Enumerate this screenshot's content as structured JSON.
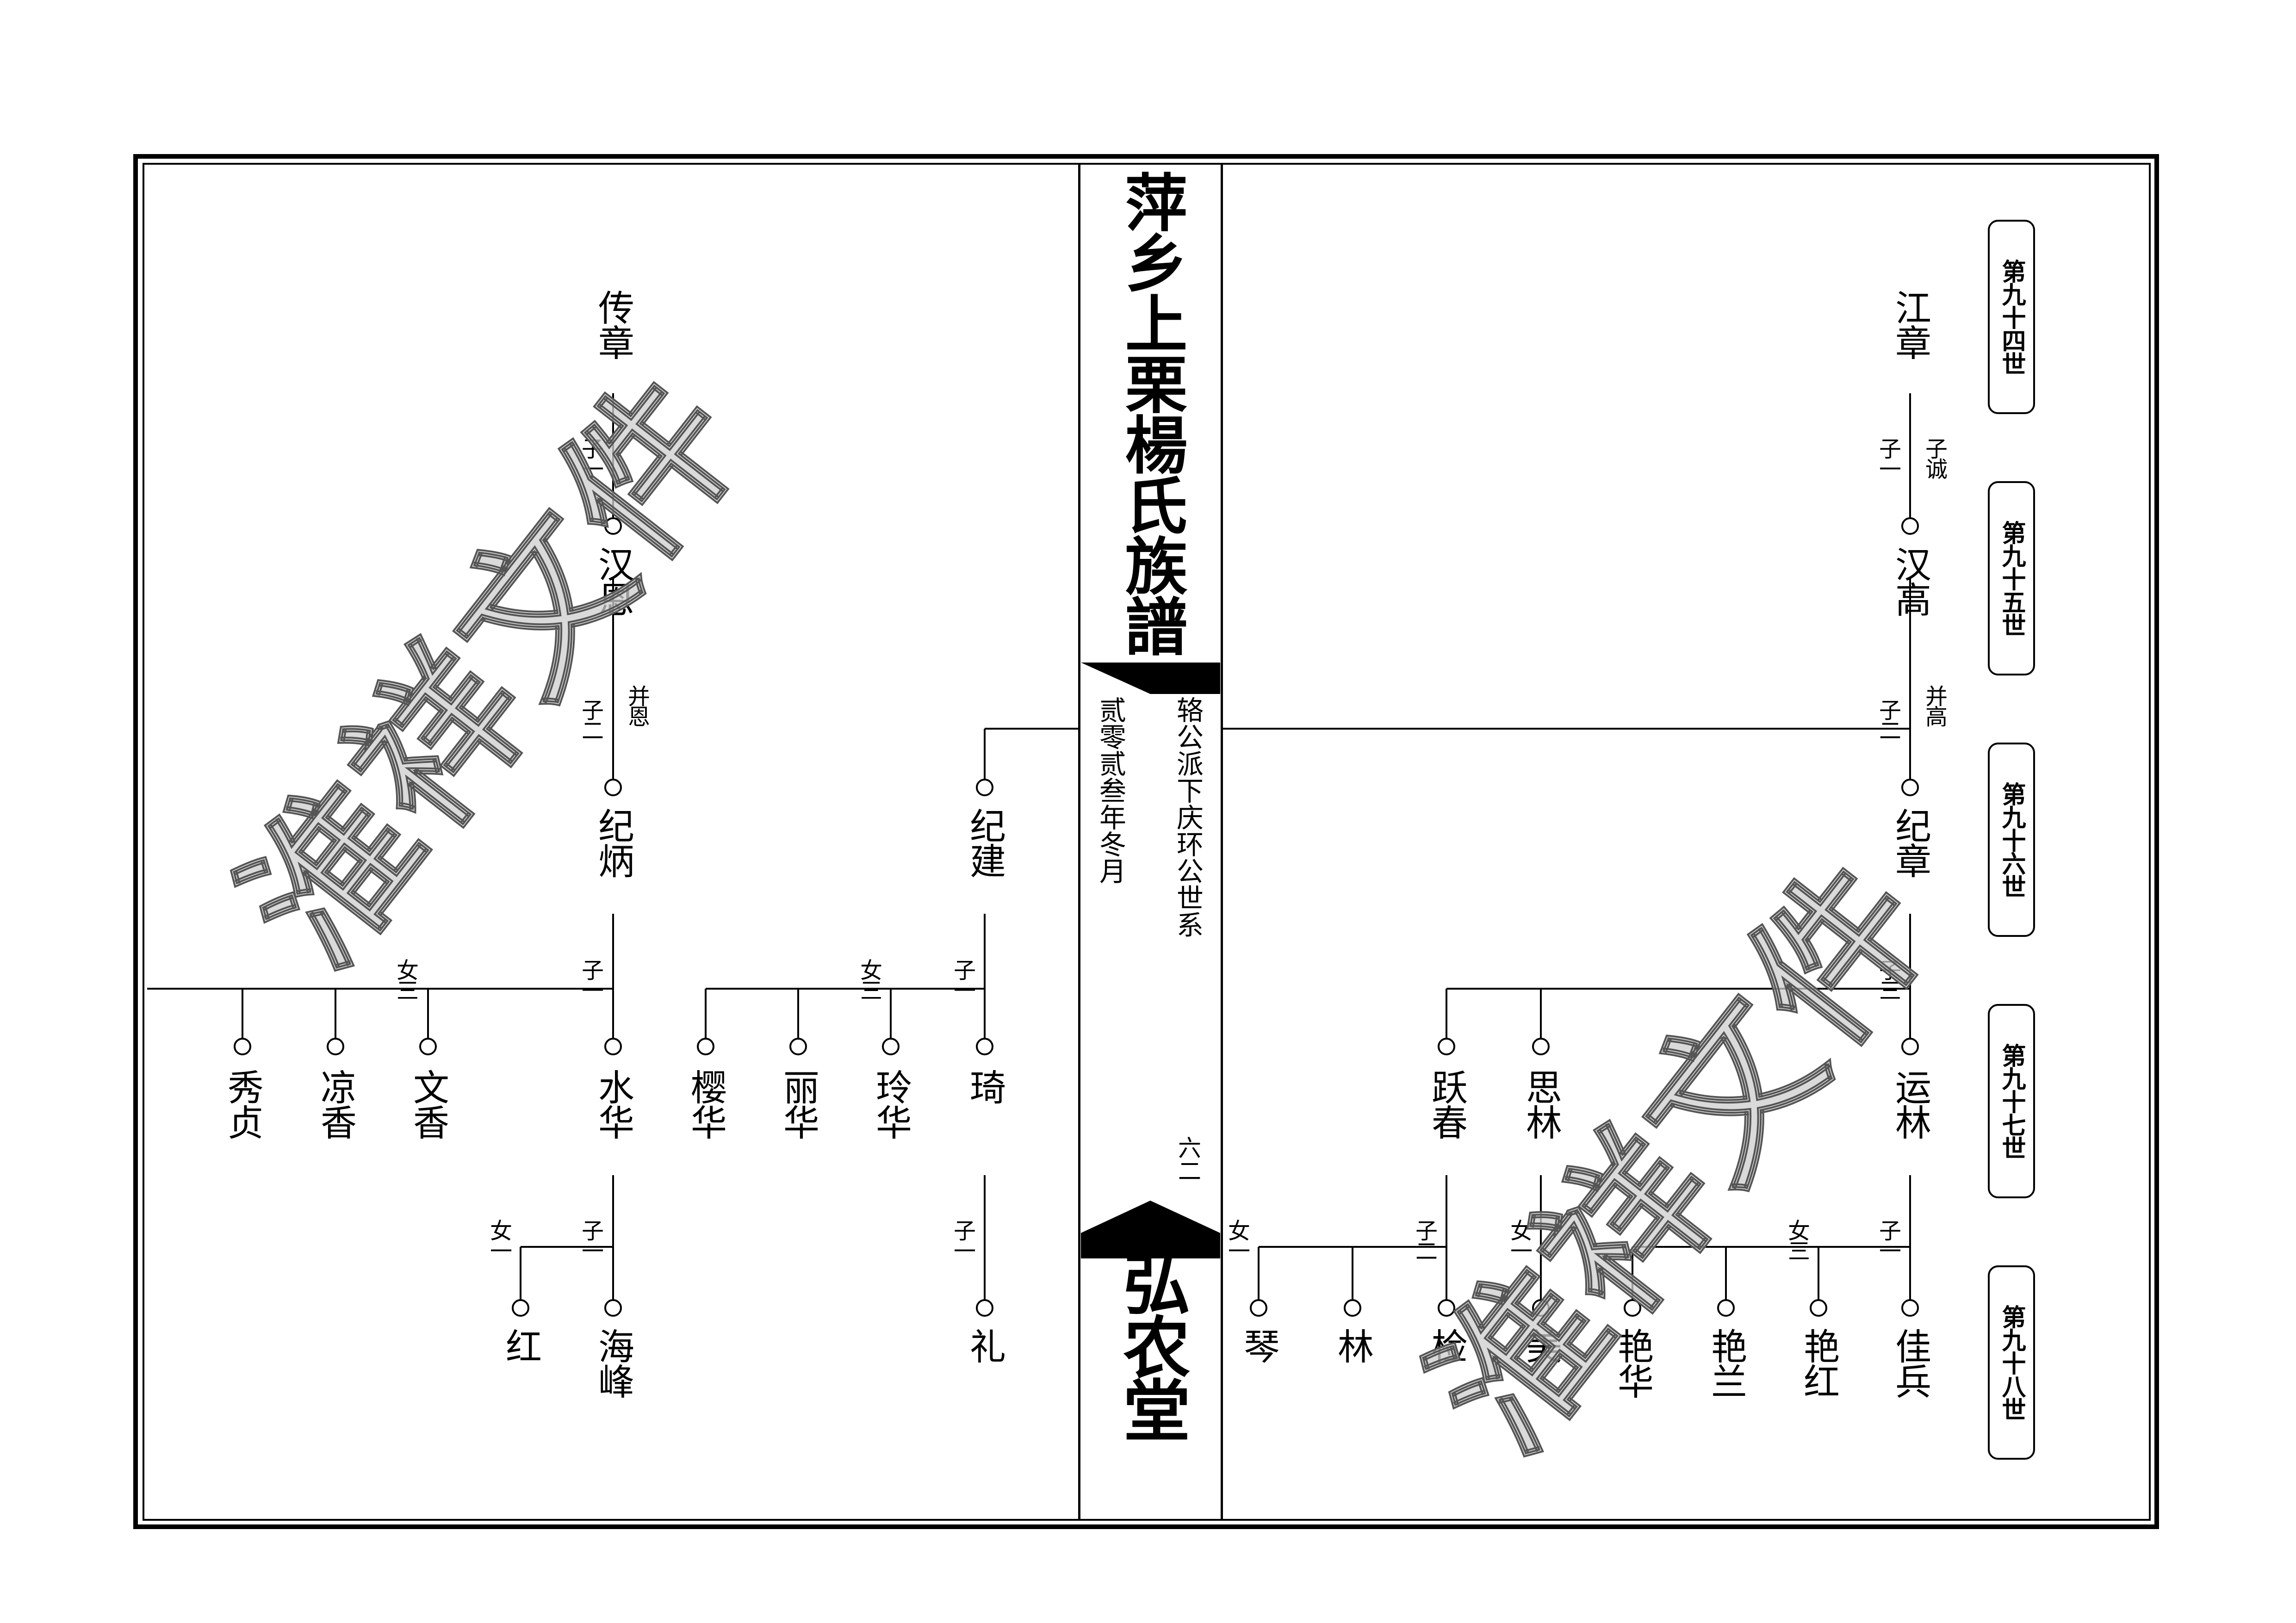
{
  "book": {
    "title": "萍乡上栗楊氏族譜",
    "hall": "弘农堂",
    "lineage": "辂公派下庆环公世系",
    "date": "贰零贰叁年冬月",
    "page": "六二"
  },
  "generations": [
    "第九十四世",
    "第九十五世",
    "第九十六世",
    "第九十七世",
    "第九十八世"
  ],
  "relations": {
    "son1": "子一",
    "son2": "子二",
    "son3": "子三",
    "dau1": "女一",
    "dau3": "女三",
    "heir_cheng": "子诚",
    "heir_en": "并恩",
    "heir_gao": "并高"
  },
  "right_tree": {
    "g94": "江章",
    "g95": "汉高",
    "g96": "纪章",
    "g97": [
      "运林",
      "思林",
      "跃春"
    ],
    "g98a": [
      "佳兵",
      "艳红",
      "艳兰",
      "艳华"
    ],
    "g98b": [
      "美"
    ],
    "g98c": [
      "检",
      "林",
      "琴"
    ]
  },
  "left_tree": {
    "g94": "传章",
    "g95": "汉恩",
    "g96": [
      "纪炳",
      "纪建"
    ],
    "g97a": [
      "水华",
      "文香",
      "凉香",
      "秀贞"
    ],
    "g97b": [
      "琦",
      "玲华",
      "丽华",
      "樱华"
    ],
    "g98a": [
      "海峰",
      "红"
    ],
    "g98b": [
      "礼"
    ]
  },
  "watermark": "淮祥文件"
}
